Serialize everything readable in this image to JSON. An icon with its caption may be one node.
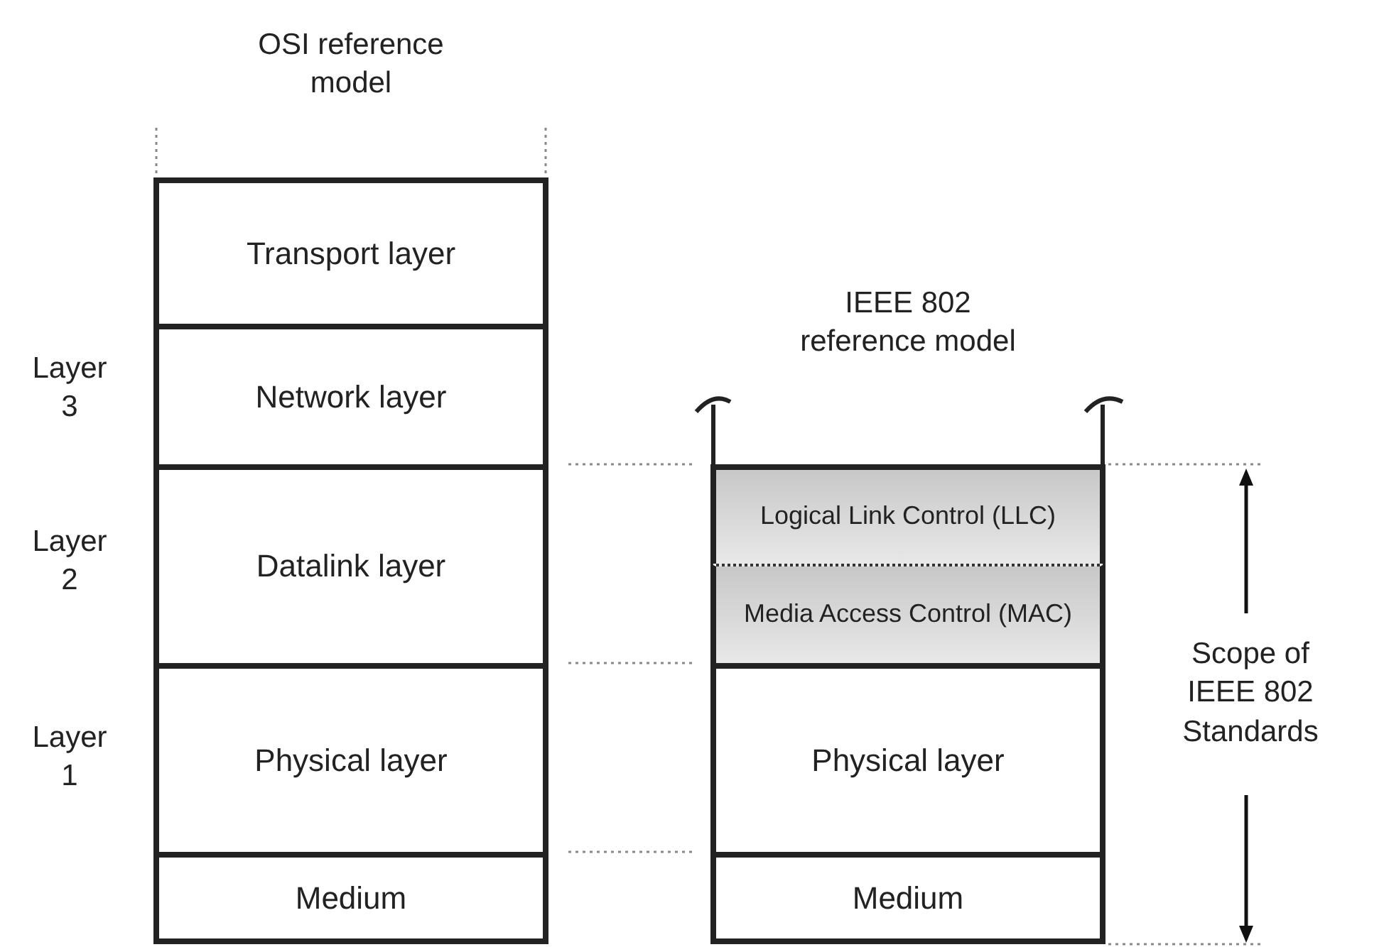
{
  "diagram": {
    "nodes": [
      {
        "text": [
          "Transport layer"
        ]
      },
      {
        "text": [
          "Network layer"
        ]
      },
      {
        "text": [
          "Datalink layer"
        ]
      },
      {
        "text": [
          "Physical layer"
        ]
      },
      {
        "text": [
          "Medium"
        ]
      },
      {
        "text": [
          "Logical Link Control (LLC)"
        ]
      },
      {
        "text": [
          "Media Access Control (MAC)"
        ]
      },
      {
        "text": [
          "Physical layer"
        ]
      },
      {
        "text": [
          "Medium"
        ]
      }
    ],
    "labels": [
      "OSI reference model",
      "IEEE 802 reference model",
      "Layer 3",
      "Layer 2",
      "Layer 1",
      "Scope of IEEE 802 Standards"
    ]
  }
}
